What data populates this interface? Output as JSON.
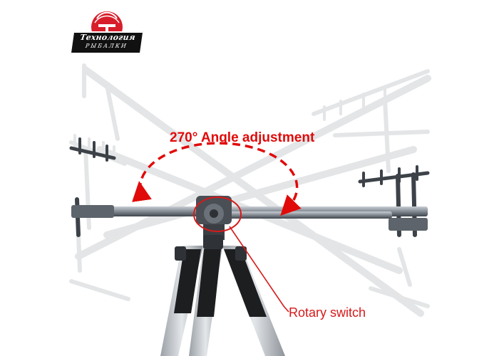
{
  "logo": {
    "line1": "Технология",
    "line2": "РЫБАЛКИ",
    "brand_color": "#d81e2b"
  },
  "annotations": {
    "angle_title": "270° Angle adjustment",
    "rotary_label": "Rotary switch",
    "accent_color": "#e10a0a"
  },
  "product": {
    "name": "rod-pod-tripod",
    "rotation_range_deg": 270
  }
}
